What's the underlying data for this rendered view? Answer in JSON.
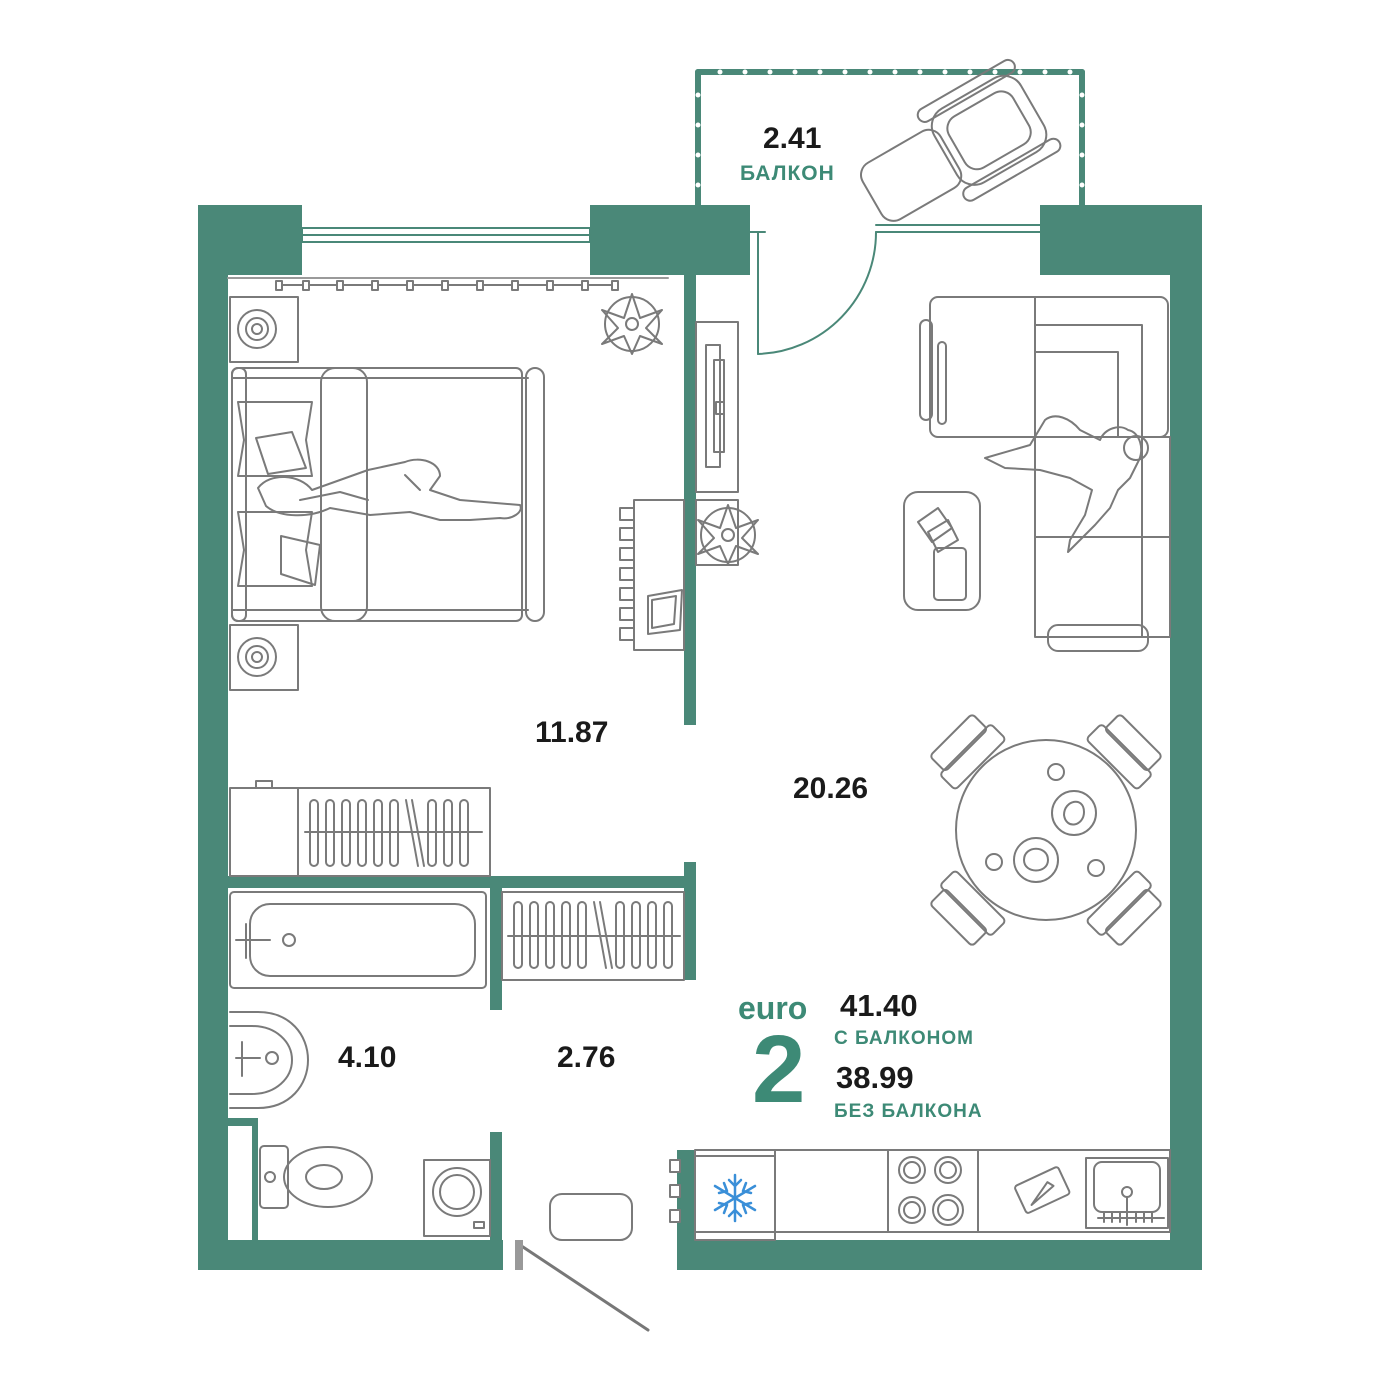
{
  "colors": {
    "wall": "#4a8878",
    "accent": "#3d8a76",
    "furniture": "#7a7a7a",
    "frost": "#3a8fd8",
    "text": "#1a1a1a"
  },
  "rooms": {
    "balcony": {
      "area": "2.41",
      "name": "БАЛКОН"
    },
    "bedroom": {
      "area": "11.87"
    },
    "living": {
      "area": "20.26"
    },
    "bathroom": {
      "area": "4.10"
    },
    "hall": {
      "area": "2.76"
    }
  },
  "summary": {
    "type": "euro",
    "rooms_count": "2",
    "total_with_balcony": "41.40",
    "with_balcony_label": "С БАЛКОНОМ",
    "total_without_balcony": "38.99",
    "without_balcony_label": "БЕЗ БАЛКОНА"
  },
  "icons": [
    "snowflake-icon",
    "plant-icon",
    "bed-icon",
    "sofa-icon",
    "dining-table-icon",
    "bathtub-icon",
    "sink-icon",
    "toilet-icon",
    "washing-machine-icon",
    "stove-icon",
    "kitchen-sink-icon",
    "tv-icon",
    "desk-icon"
  ]
}
